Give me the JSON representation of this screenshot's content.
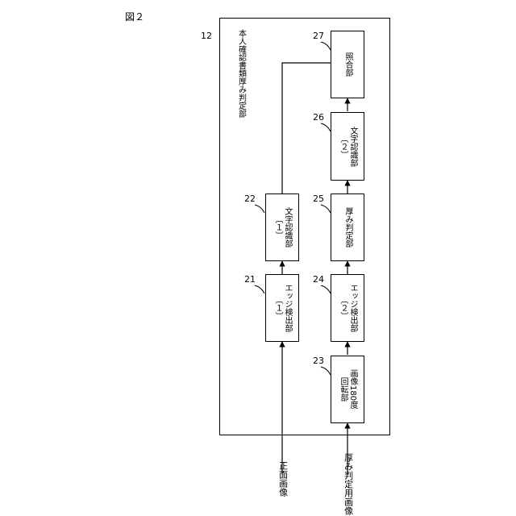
{
  "figure": {
    "label": "図２"
  },
  "unit": {
    "ref": "12",
    "title": "本人確認書類厚み判定部"
  },
  "blocks": [
    {
      "id": "27",
      "ref": "27",
      "lines": [
        "照合部"
      ]
    },
    {
      "id": "26",
      "ref": "26",
      "lines": [
        "文字認識部",
        "〔２〕"
      ]
    },
    {
      "id": "22",
      "ref": "22",
      "lines": [
        "文字認識部",
        "〔１〕"
      ]
    },
    {
      "id": "25",
      "ref": "25",
      "lines": [
        "厚み判定部"
      ]
    },
    {
      "id": "21",
      "ref": "21",
      "lines": [
        "エッジ検出部",
        "〔１〕"
      ]
    },
    {
      "id": "24",
      "ref": "24",
      "lines": [
        "エッジ検出部",
        "〔２〕"
      ]
    },
    {
      "id": "23",
      "ref": "23",
      "lines": [
        "画像180度",
        "回転部"
      ]
    }
  ],
  "inputs": [
    {
      "label": "正面画像"
    },
    {
      "label": "厚み判定用画像"
    }
  ]
}
